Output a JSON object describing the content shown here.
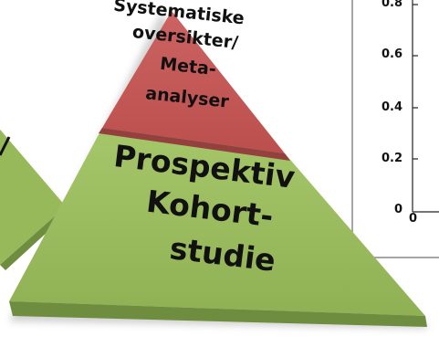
{
  "pyramid": {
    "top_section_lines": [
      "Systematiske",
      "oversikter/",
      "Meta-",
      "analyser"
    ],
    "bottom_section_lines": [
      "Prospektiv",
      "Kohort-",
      "studie"
    ],
    "colors": {
      "top_fill": "#c35553",
      "top_shadow": "#93403f",
      "bottom_fill": "#97b95a",
      "bottom_shadow": "#6f8d3f",
      "background": "#ffffff"
    }
  },
  "inset_plot": {
    "y_tick_labels": [
      "0.8",
      "0.6",
      "0.4",
      "0.2",
      "0"
    ],
    "x_tick_labels": [
      "0"
    ]
  }
}
